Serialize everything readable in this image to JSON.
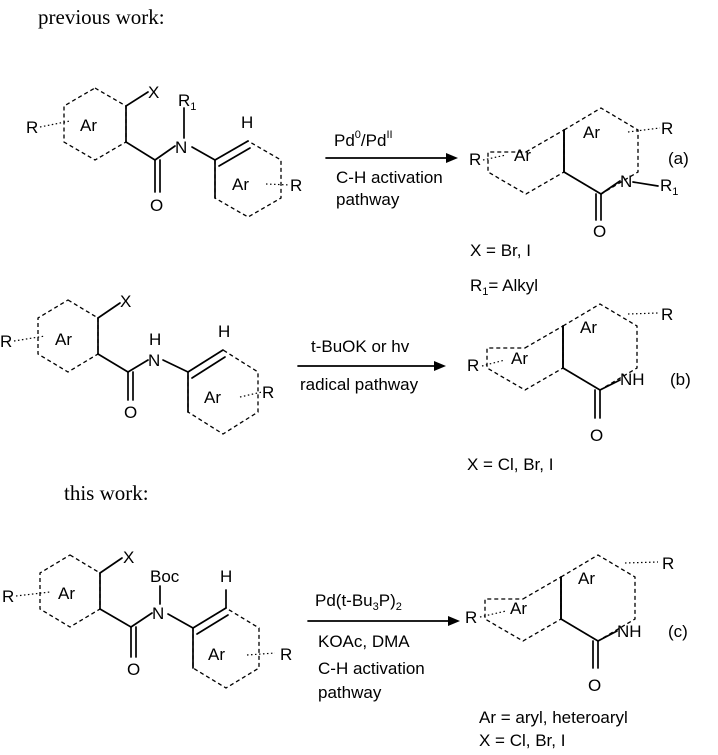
{
  "headings": {
    "previous": "previous work:",
    "this": "this work:"
  },
  "atoms": {
    "Ar": "Ar",
    "R": "R",
    "X": "X",
    "H": "H",
    "N": "N",
    "O": "O",
    "NH": "NH",
    "R1": "R",
    "sub1": "1",
    "Boc": "Boc"
  },
  "reactions": {
    "a": {
      "label": "(a)",
      "cond1_main": "Pd",
      "cond1_sup1": "0",
      "cond1_sep": "/Pd",
      "cond1_sup2": "II",
      "cond2": "C-H activation",
      "cond3": "pathway",
      "note1": "X = Br, I",
      "note2_pre": "R",
      "note2_sub": "1",
      "note2_post": "= Alkyl"
    },
    "b": {
      "label": "(b)",
      "cond1": "t-BuOK or hv",
      "cond2": "radical pathway",
      "note1": "X = Cl,  Br, I"
    },
    "c": {
      "label": "(c)",
      "cond1_main": "Pd(t-Bu",
      "cond1_sub1": "3",
      "cond1_mid": "P)",
      "cond1_sub2": "2",
      "cond2": "KOAc, DMA",
      "cond3": "C-H activation",
      "cond4": "pathway",
      "note1": "Ar = aryl, heteroaryl",
      "note2": "X = Cl, Br, I"
    }
  }
}
